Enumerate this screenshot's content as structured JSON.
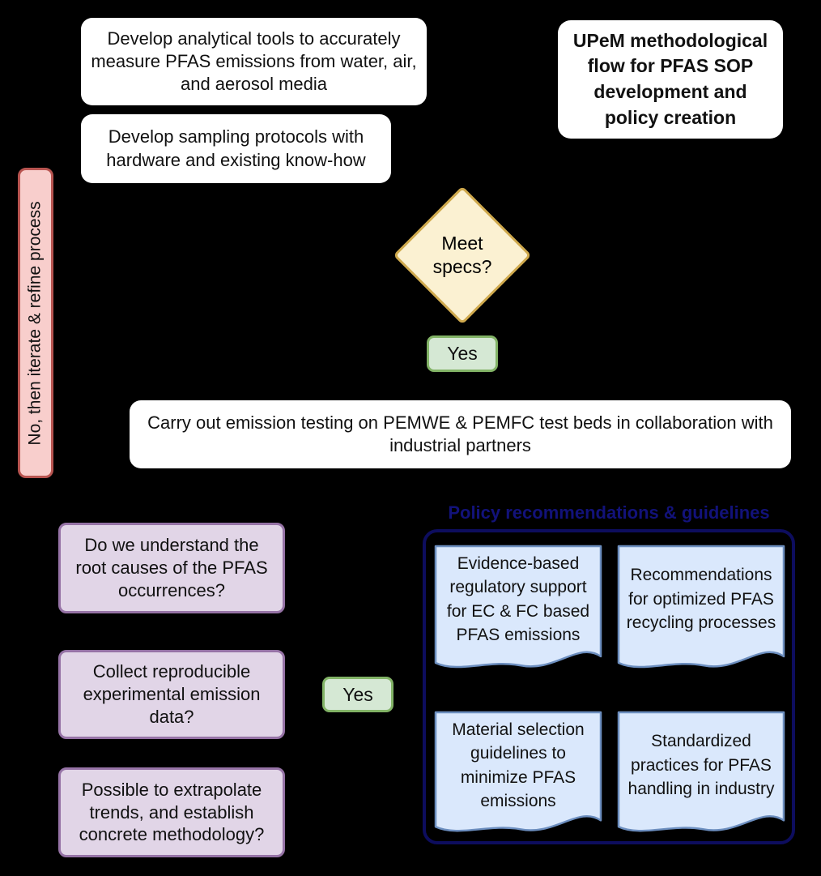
{
  "diagram": {
    "background_color": "#000000",
    "colors": {
      "process_fill": "#FFFFFF",
      "decision_fill": "#FBF1D2",
      "decision_border": "#CFA94D",
      "yes_fill": "#D5E8D4",
      "yes_border": "#82B366",
      "iterate_fill": "#F8CECC",
      "iterate_border": "#B85450",
      "question_fill": "#E1D5E7",
      "question_border": "#9673A6",
      "document_fill": "#DAE8FC",
      "document_border": "#6C8EBF",
      "policy_navy": "#12127A"
    },
    "nodes": {
      "develop_tools": {
        "label": "Develop analytical tools to accurately measure PFAS emissions from water, air, and aerosol media"
      },
      "develop_sampling": {
        "label": "Develop sampling protocols with hardware and existing know-how"
      },
      "chart_title": {
        "label": "UPeM methodological flow for PFAS SOP development and policy creation"
      },
      "iterate": {
        "label": "No, then iterate & refine process"
      },
      "decision": {
        "label": "Meet specs?"
      },
      "yes_top": {
        "label": "Yes"
      },
      "carry_out": {
        "label": "Carry out emission testing on PEMWE & PEMFC test beds in collaboration with industrial partners"
      },
      "q_root_causes": {
        "label": "Do we understand the root causes of the PFAS occurrences?"
      },
      "q_reproducible": {
        "label": "Collect reproducible experimental emission data?"
      },
      "q_extrapolate": {
        "label": "Possible to extrapolate trends, and establish concrete methodology?"
      },
      "yes_bottom": {
        "label": "Yes"
      }
    },
    "policy": {
      "title": "Policy recommendations & guidelines",
      "documents": [
        {
          "label": "Evidence-based regulatory support for EC & FC based PFAS emissions"
        },
        {
          "label": "Recommendations for optimized PFAS recycling processes"
        },
        {
          "label": "Material selection guidelines to minimize PFAS emissions"
        },
        {
          "label": "Standardized practices for PFAS handling in industry"
        }
      ]
    }
  }
}
